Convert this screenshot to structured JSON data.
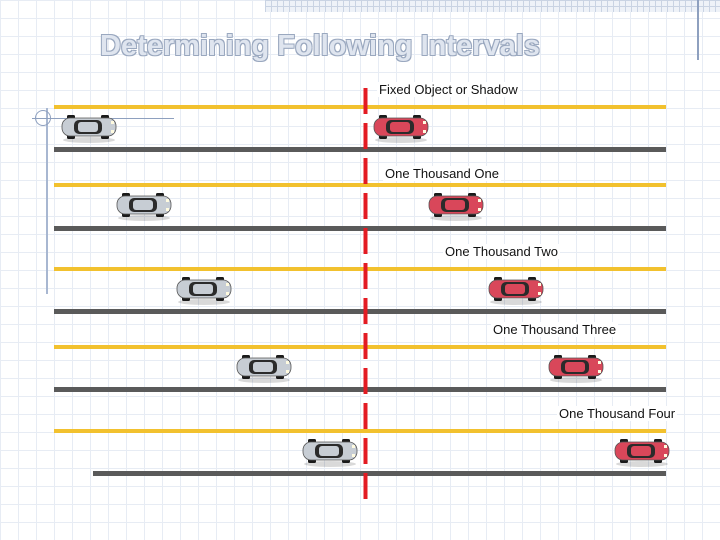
{
  "title": "Determining Following Intervals",
  "labels": {
    "fixed": "Fixed Object or Shadow",
    "one": "One Thousand One",
    "two": "One Thousand Two",
    "three": "One Thousand Three",
    "four": "One Thousand Four"
  },
  "colors": {
    "lane_yellow": "#f2c12e",
    "lane_gray": "#5a5a5a",
    "reference_line": "#e31b23",
    "following_car": "#c7cdd4",
    "lead_car": "#d9475a"
  },
  "icons": {
    "reference": "dashed-red-line",
    "following_vehicle": "silver-car-icon",
    "lead_vehicle": "red-car-icon"
  }
}
